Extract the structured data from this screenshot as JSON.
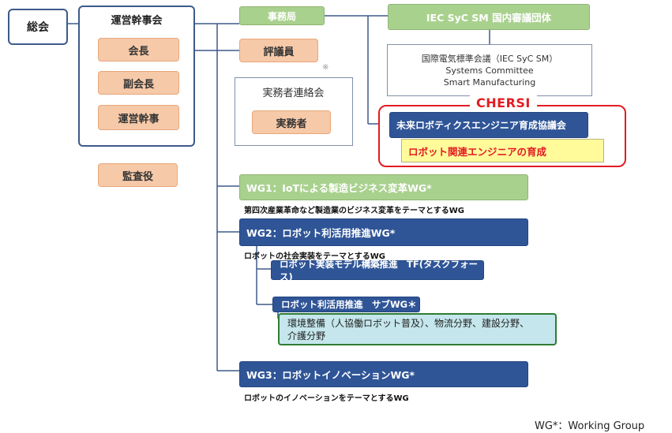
{
  "general_meeting": "総会",
  "steering": {
    "title": "運営幹事会",
    "chair": "会長",
    "vice_chair": "副会長",
    "secretary": "運営幹事"
  },
  "auditor": "監査役",
  "secretariat": "事務局",
  "councilor": "評議員",
  "note_mark": "※",
  "practitioners": {
    "title": "実務者連絡会",
    "member": "実務者"
  },
  "iec": {
    "header": "IEC SyC SM 国内審議団体",
    "line1": "国際電気標準会議（IEC SyC SM）",
    "line2": "Systems Committee",
    "line3": "Smart Manufacturing"
  },
  "chersi": {
    "label": "CHERSI",
    "name": "未来ロボティクスエンジニア育成協議会",
    "purpose": "ロボット関連エンジニアの育成"
  },
  "wg1": {
    "title": "WG1：IoTによる製造ビジネス変革WG*",
    "desc": "第四次産業革命など製造業のビジネス変革をテーマとするWG"
  },
  "wg2": {
    "title": "WG2：ロボット利活用推進WG*",
    "desc": "ロボットの社会実装をテーマとするWG",
    "tf": "ロボット実装モデル構築推進　TF(タスクフォース)",
    "sub": "ロボット利活用推進　サブWG＊",
    "fields_line1": "環境整備（人協働ロボット普及）、物流分野、建設分野、",
    "fields_line2": "介護分野"
  },
  "wg3": {
    "title": "WG3：ロボットイノベーションWG*",
    "desc": "ロボットのイノベーションをテーマとするWG"
  },
  "footnote": "WG*：Working Group"
}
